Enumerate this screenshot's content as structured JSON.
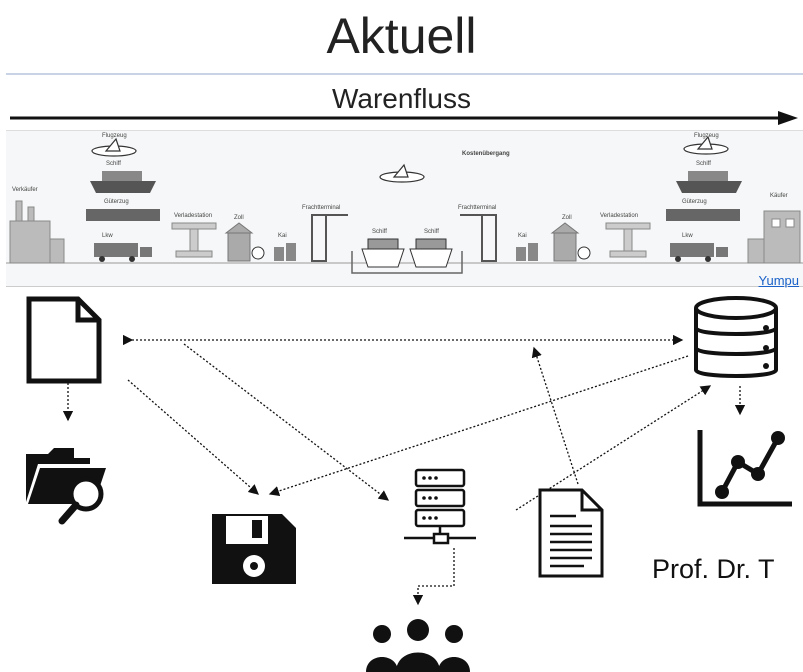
{
  "title": "Aktuell",
  "flow_label": "Warenfluss",
  "banner": {
    "source_link": "Yumpu",
    "labels": [
      "Verkäufer",
      "Flugzeug",
      "Schiff",
      "Güterzug",
      "Lkw",
      "Verladestation",
      "Zoll",
      "Kai",
      "Frachtterminal",
      "Schiff",
      "Schiff",
      "Frachtterminal",
      "Kai",
      "Zoll",
      "Verladestation",
      "Flugzeug",
      "Schiff",
      "Güterzug",
      "Lkw",
      "Käufer",
      "Kostenübergang"
    ]
  },
  "author": "Prof. Dr. T",
  "icons": [
    "document-icon",
    "folder-search-icon",
    "floppy-disk-icon",
    "server-icon",
    "team-icon",
    "text-document-icon",
    "database-icon",
    "line-chart-icon"
  ],
  "colors": {
    "line": "#111111",
    "rule": "#c9d3e6",
    "link": "#1a62c9"
  }
}
